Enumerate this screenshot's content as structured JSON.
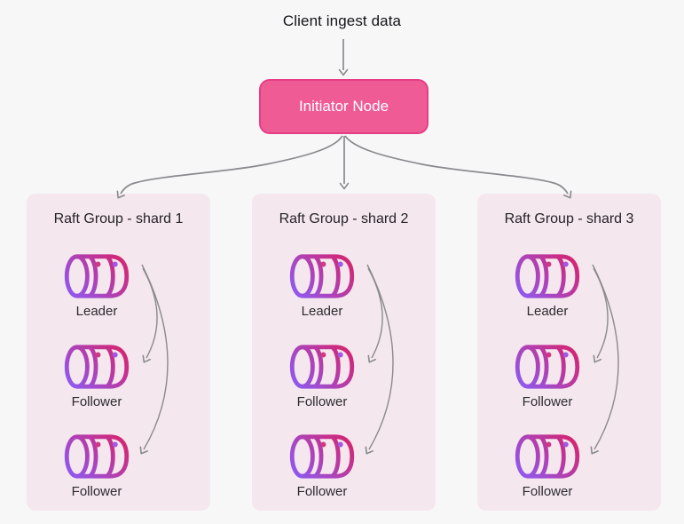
{
  "colors": {
    "page_bg": "#F7F7F8",
    "accent_pink": "#EF5C95",
    "accent_pink_border": "#E43F84",
    "shard_bg": "#F5E7EE",
    "arrow_gray": "#8A8A8E",
    "title_text": "#141418",
    "node_text": "#FFFFFF",
    "label_text": "#2B2B30",
    "icon_gradient_start": "#8B5CF6",
    "icon_gradient_end": "#D6246E",
    "icon_dot_pink": "#CE3884",
    "icon_dot_purple": "#A258E3"
  },
  "diagram": {
    "title": "Client ingest data",
    "initiator_label": "Initiator Node",
    "shards": [
      {
        "title": "Raft Group - shard 1",
        "nodes": [
          "Leader",
          "Follower",
          "Follower"
        ]
      },
      {
        "title": "Raft Group - shard 2",
        "nodes": [
          "Leader",
          "Follower",
          "Follower"
        ]
      },
      {
        "title": "Raft Group - shard 3",
        "nodes": [
          "Leader",
          "Follower",
          "Follower"
        ]
      }
    ]
  }
}
